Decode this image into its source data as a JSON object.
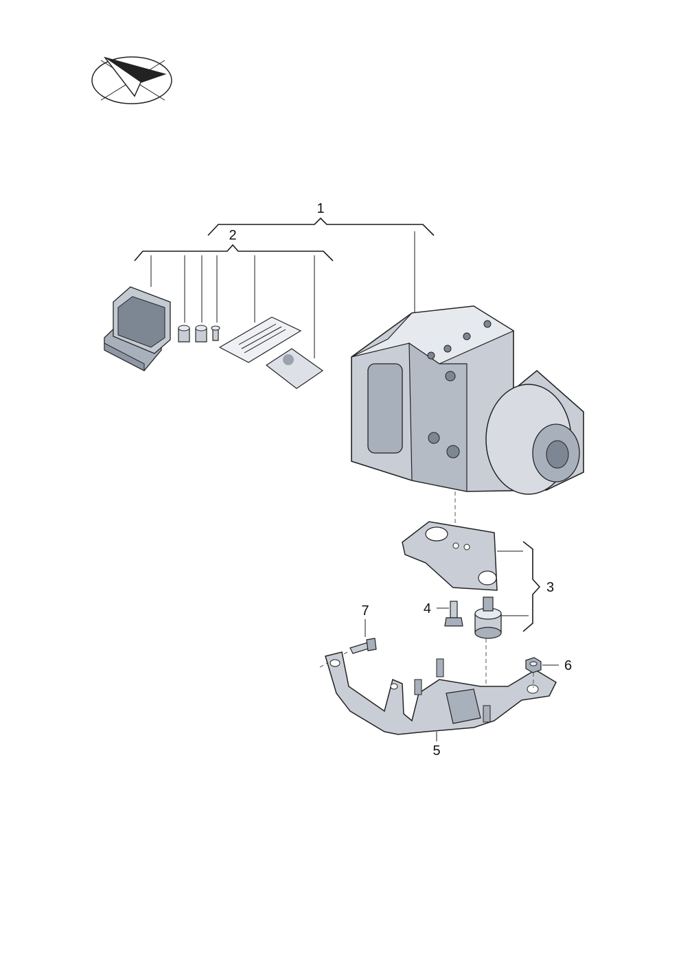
{
  "callouts": {
    "c1": "1",
    "c2": "2",
    "c3": "3",
    "c4": "4",
    "c5": "5",
    "c6": "6",
    "c7": "7"
  },
  "colors": {
    "part_fill": "#c9ced6",
    "part_dark": "#8e97a3",
    "part_light": "#e6e9ee",
    "outline": "#1a1a1a"
  },
  "icons": {
    "logo": "paper-plane-check-icon"
  }
}
